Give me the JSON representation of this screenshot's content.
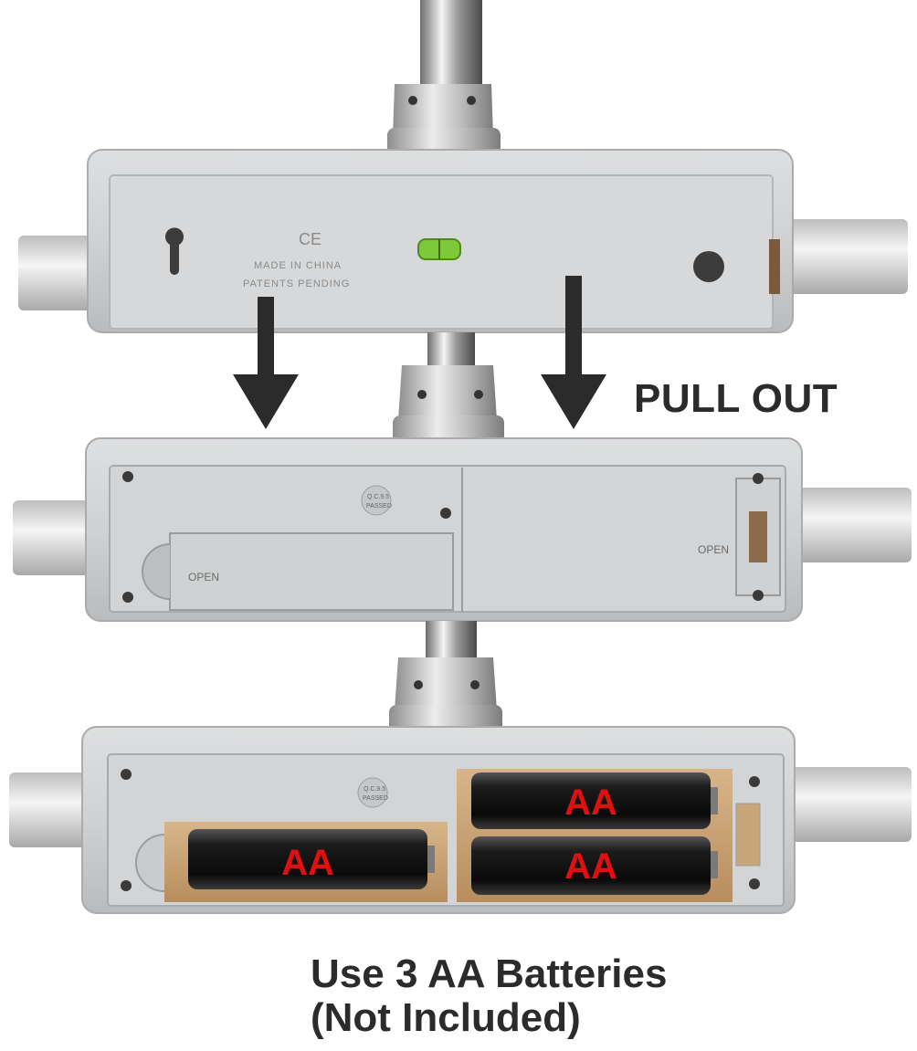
{
  "callouts": {
    "pull_out": "PULL OUT",
    "caption_line1": "Use 3 AA Batteries",
    "caption_line2": "(Not Included)"
  },
  "device_markings": {
    "ce_mark": "CE",
    "made_in": "MADE IN CHINA",
    "patents": "PATENTS PENDING",
    "qc_badge_line1": "Q.C.9.5",
    "qc_badge_line2": "PASSED",
    "open_label": "OPEN"
  },
  "batteries": {
    "battery_1_label": "AA",
    "battery_2_label": "AA",
    "battery_3_label": "AA",
    "label_color": "#e01010"
  },
  "colors": {
    "background": "#ffffff",
    "housing": "#cfd1d3",
    "arrow": "#2b2b2b",
    "callout_text": "#2b2b2b",
    "level_bubble": "#7ec93a"
  }
}
